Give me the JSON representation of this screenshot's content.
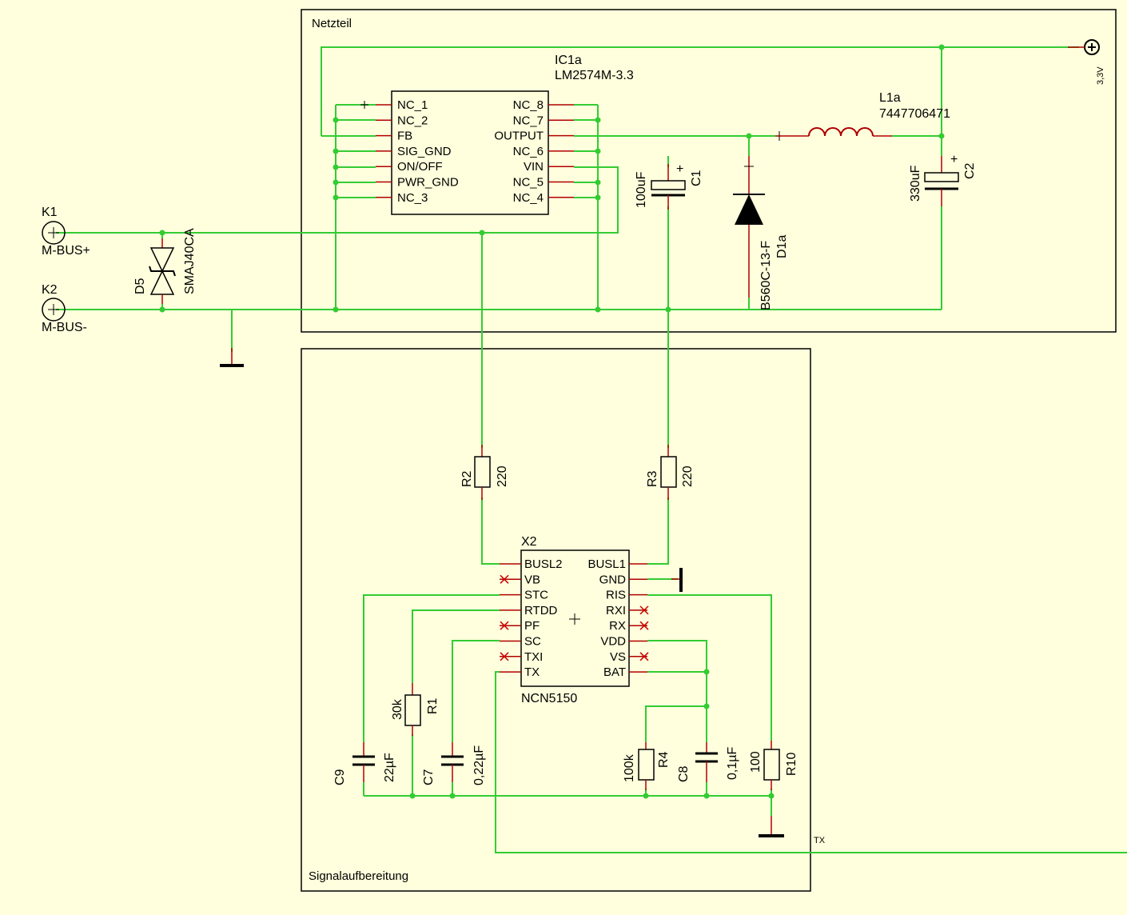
{
  "frames": {
    "power_supply_label": "Netzteil",
    "signal_label": "Signalaufbereitung"
  },
  "ic1": {
    "name": "IC1a",
    "value": "LM2574M-3.3",
    "left_pins": [
      "NC_1",
      "NC_2",
      "FB",
      "SIG_GND",
      "ON/OFF",
      "PWR_GND",
      "NC_3"
    ],
    "right_pins": [
      "NC_8",
      "NC_7",
      "OUTPUT",
      "NC_6",
      "VIN",
      "NC_5",
      "NC_4"
    ]
  },
  "x2": {
    "name": "X2",
    "value": "NCN5150",
    "left_pins": [
      "BUSL2",
      "VB",
      "STC",
      "RTDD",
      "PF",
      "SC",
      "TXI",
      "TX"
    ],
    "right_pins": [
      "BUSL1",
      "GND",
      "RIS",
      "RXI",
      "RX",
      "VDD",
      "VS",
      "BAT"
    ]
  },
  "l1": {
    "name": "L1a",
    "value": "7447706471"
  },
  "c1": {
    "name": "C1",
    "value": "100uF"
  },
  "c2": {
    "name": "C2",
    "value": "330uF"
  },
  "d1": {
    "name": "D1a",
    "value": "B560C-13-F"
  },
  "d5": {
    "name": "D5",
    "value": "SMAJ40CA"
  },
  "k1": {
    "name": "K1",
    "net": "M-BUS+"
  },
  "k2": {
    "name": "K2",
    "net": "M-BUS-"
  },
  "supply": {
    "label": "3,3V"
  },
  "r2": {
    "name": "R2",
    "value": "220"
  },
  "r3": {
    "name": "R3",
    "value": "220"
  },
  "r1": {
    "name": "R1",
    "value": "30k"
  },
  "r4": {
    "name": "R4",
    "value": "100k"
  },
  "r10": {
    "name": "R10",
    "value": "100"
  },
  "c9": {
    "name": "C9",
    "value": "22µF"
  },
  "c7": {
    "name": "C7",
    "value": "0,22µF"
  },
  "c8": {
    "name": "C8",
    "value": "0,1µF"
  },
  "tx_net": {
    "label": "TX"
  },
  "colors": {
    "background": "#ffffdd",
    "wire": "#33cc33",
    "pin": "#b00000",
    "outline": "#000000"
  }
}
